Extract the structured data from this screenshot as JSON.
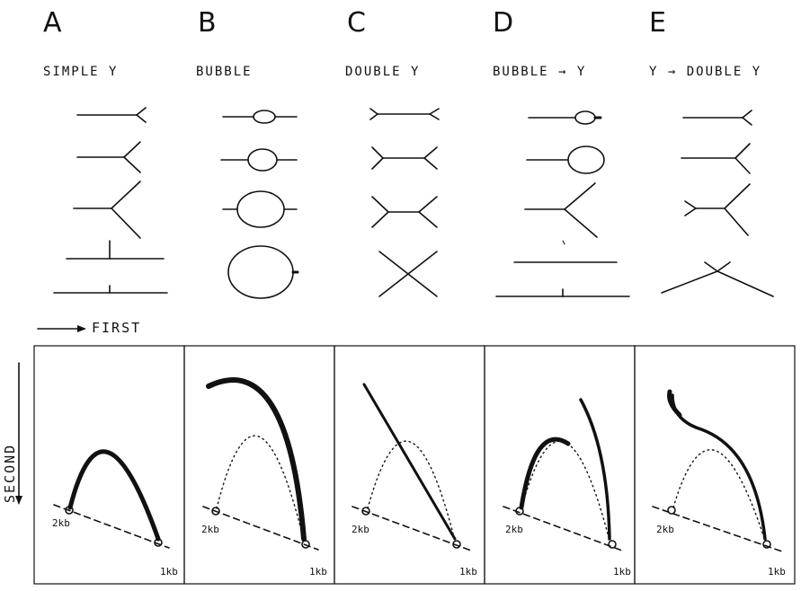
{
  "columns": [
    {
      "letter": "A",
      "title": "SIMPLE Y"
    },
    {
      "letter": "B",
      "title": "BUBBLE"
    },
    {
      "letter": "C",
      "title": "DOUBLE Y"
    },
    {
      "letter": "D",
      "title": "BUBBLE → Y"
    },
    {
      "letter": "E",
      "title": "Y → DOUBLE Y"
    }
  ],
  "axes": {
    "first": "FIRST",
    "second": "SECOND"
  },
  "panel_labels": {
    "left": "2kb",
    "right": "1kb"
  },
  "colors": {
    "ink": "#111111",
    "background": "#ffffff"
  }
}
